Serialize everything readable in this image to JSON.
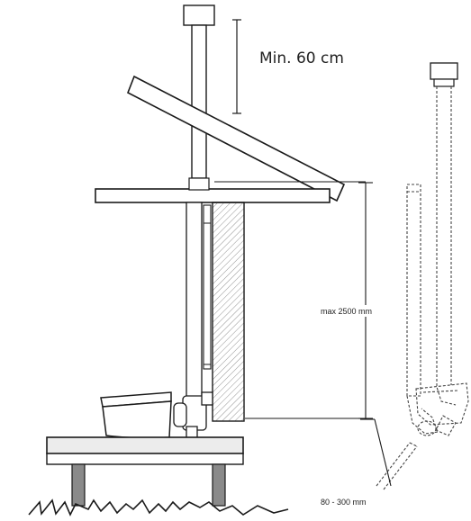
{
  "labels": {
    "min_height": "Min. 60 cm",
    "max_height": "max 2500 mm",
    "offset_range": "80 - 300 mm"
  },
  "colors": {
    "line": "#1a1a1a",
    "outline": "#444444",
    "wall_fill": "#f2f2f2",
    "leg_fill": "#8a8a8a",
    "floor_fill": "#ececec"
  }
}
